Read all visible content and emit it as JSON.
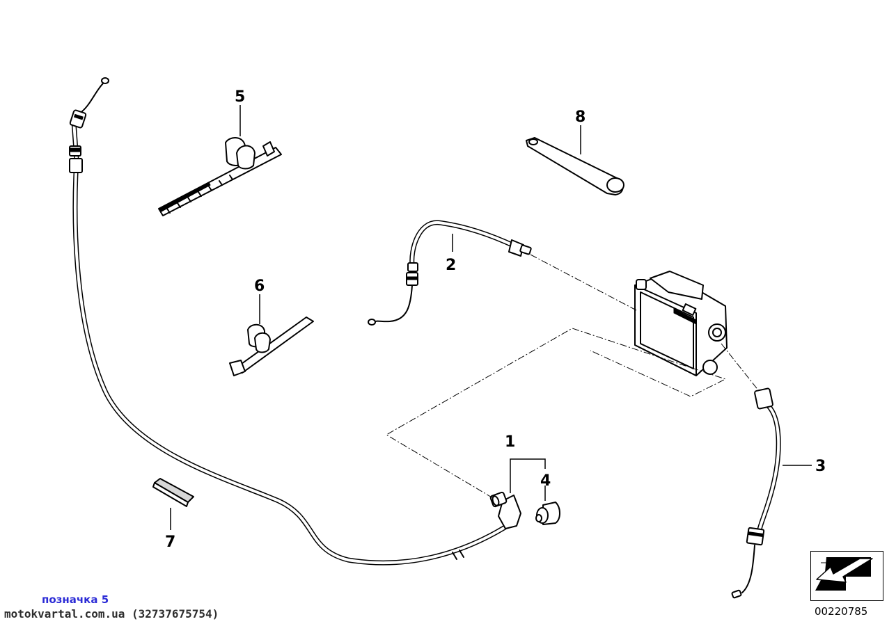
{
  "diagram": {
    "callouts": {
      "c1": "1",
      "c2": "2",
      "c3": "3",
      "c4": "4",
      "c5": "5",
      "c6": "6",
      "c7": "7",
      "c8": "8"
    },
    "reference_number": "00220785",
    "orientation_icon": "arrow-icon"
  },
  "watermark": {
    "label": "позначка 5",
    "site": "motokvartal.com.ua (32737675754)"
  },
  "colors": {
    "line": "#000000",
    "background": "#ffffff",
    "watermark_label": "#2b2bd6"
  }
}
